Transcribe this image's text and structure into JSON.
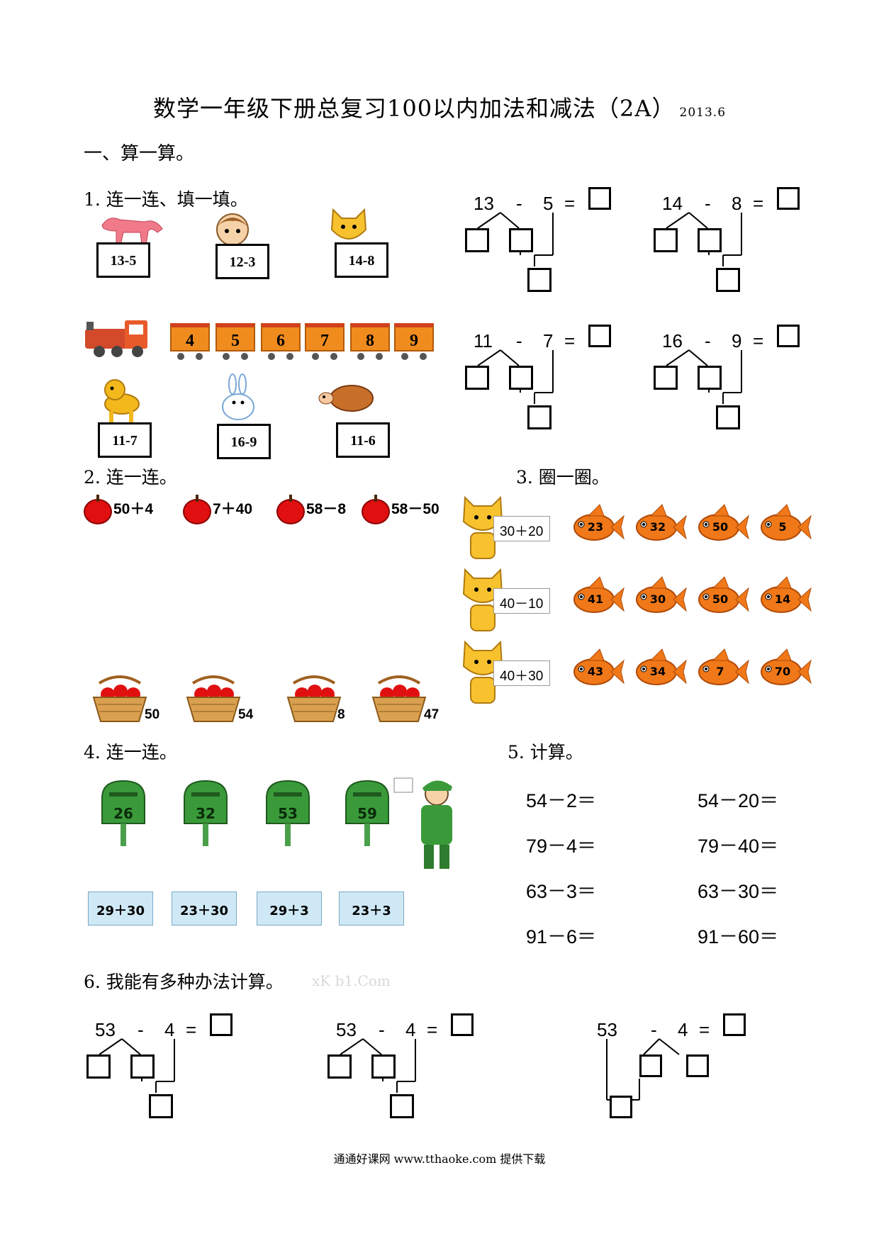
{
  "title": "数学一年级下册总复习100以内加法和减法（2A）",
  "date": "2013.6",
  "section1": "一、算一算。",
  "q1": {
    "label": "1. 连一连、填一填。",
    "top_cards": [
      "13-5",
      "12-3",
      "14-8"
    ],
    "train_cars": [
      "4",
      "5",
      "6",
      "7",
      "8",
      "9"
    ],
    "bottom_cards": [
      "11-7",
      "16-9",
      "11-6"
    ]
  },
  "trees": [
    {
      "a": "13",
      "op": "-",
      "b": "5",
      "eq": "="
    },
    {
      "a": "14",
      "op": "-",
      "b": "8",
      "eq": "="
    },
    {
      "a": "11",
      "op": "-",
      "b": "7",
      "eq": "="
    },
    {
      "a": "16",
      "op": "-",
      "b": "9",
      "eq": "="
    }
  ],
  "q2": {
    "label": "2.  连一连。",
    "apples": [
      "50＋4",
      "7＋40",
      "58－8",
      "58－50"
    ],
    "baskets": [
      "50",
      "54",
      "8",
      "47"
    ]
  },
  "q3": {
    "label": "3. 圈一圈。",
    "rows": [
      {
        "expr": "30＋20",
        "fish": [
          "23",
          "32",
          "50",
          "5"
        ]
      },
      {
        "expr": "40－10",
        "fish": [
          "41",
          "30",
          "50",
          "14"
        ]
      },
      {
        "expr": "40＋30",
        "fish": [
          "43",
          "34",
          "7",
          "70"
        ]
      }
    ]
  },
  "q4": {
    "label": "4. 连一连。",
    "mailboxes": [
      "26",
      "32",
      "53",
      "59"
    ],
    "envelopes": [
      "29＋30",
      "23＋30",
      "29＋3",
      "23＋3"
    ]
  },
  "q5": {
    "label": "5. 计算。",
    "left": [
      "54－2＝",
      "79－4＝",
      "63－3＝",
      "91－6＝"
    ],
    "right": [
      "54－20＝",
      "79－40＝",
      "63－30＝",
      "91－60＝"
    ]
  },
  "q6": {
    "label": "6. 我能有多种办法计算。",
    "watermark": "xK b1.Com",
    "trees": [
      {
        "a": "53",
        "op": "-",
        "b": "4",
        "eq": "="
      },
      {
        "a": "53",
        "op": "-",
        "b": "4",
        "eq": "="
      },
      {
        "a": "53",
        "op": "-",
        "b": "4",
        "eq": "="
      }
    ]
  },
  "footer": "通通好课网  www.tthaoke.com  提供下载",
  "colors": {
    "apple": "#e01010",
    "fish": "#f07818",
    "mailbox": "#3a9a3a",
    "envelope": "#cfe8f5",
    "train": "#f08c1e"
  }
}
